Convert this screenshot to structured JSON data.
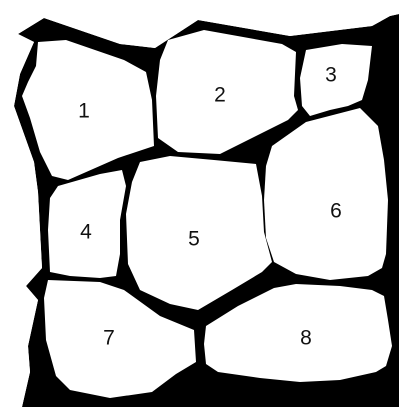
{
  "diagram": {
    "cell_color": "#ffffff",
    "wall_color": "#000000",
    "background_color": "#ffffff",
    "cells": [
      {
        "id": "cell-1",
        "label": "1"
      },
      {
        "id": "cell-2",
        "label": "2"
      },
      {
        "id": "cell-3",
        "label": "3"
      },
      {
        "id": "cell-4",
        "label": "4"
      },
      {
        "id": "cell-5",
        "label": "5"
      },
      {
        "id": "cell-6",
        "label": "6"
      },
      {
        "id": "cell-7",
        "label": "7"
      },
      {
        "id": "cell-8",
        "label": "8"
      }
    ]
  }
}
